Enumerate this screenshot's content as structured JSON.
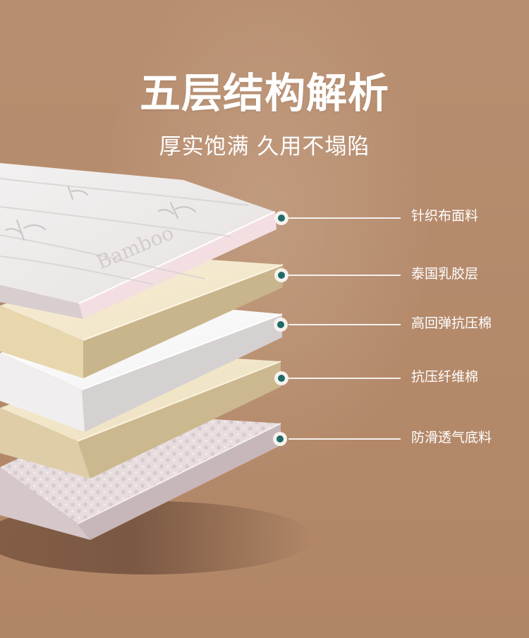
{
  "header": {
    "title": "五层结构解析",
    "subtitle": "厚实饱满 久用不塌陷"
  },
  "layers": [
    {
      "label": "针织布面料"
    },
    {
      "label": "泰国乳胶层"
    },
    {
      "label": "高回弹抗压棉"
    },
    {
      "label": "抗压纤维棉"
    },
    {
      "label": "防滑透气底料"
    }
  ],
  "colors": {
    "background": "#b58b6c",
    "marker": "#1f6b67",
    "label_text": "#ffffff"
  }
}
